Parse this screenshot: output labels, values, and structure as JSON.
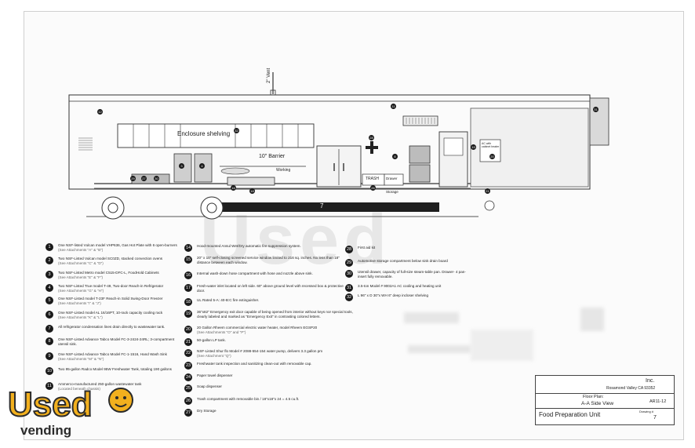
{
  "drawing": {
    "vent_label": "2\" Vent",
    "enclosure_label": "Enclosure shelving",
    "barrier_label": "10\" Barrier",
    "working_label": "Working",
    "trash_label": "TRASH",
    "drawer_label": "Drawer",
    "storage_label": "Storage",
    "ac_label": "AC with cabinet heater",
    "tank_number": "7",
    "callouts": [
      "1",
      "2",
      "3",
      "3",
      "4",
      "5",
      "6",
      "7",
      "8",
      "9",
      "10",
      "11",
      "12",
      "13",
      "14",
      "15",
      "16",
      "17",
      "18",
      "19",
      "20",
      "21",
      "22",
      "23",
      "24",
      "25",
      "26",
      "27",
      "28",
      "29",
      "30",
      "31",
      "32"
    ]
  },
  "legend_left": [
    {
      "n": "1",
      "text": "One NSF-listed Vulcan model VHP636, Gas Hot Plate with 6 open-burners",
      "sub": "(See Attachments \"A\" & \"B\")"
    },
    {
      "n": "2",
      "text": "Two NSF-Listed Vulcan model SC0ZD, stacked convection ovens",
      "sub": "(See Attachments \"C\" & \"D\")"
    },
    {
      "n": "3",
      "text": "Two NSF-Listed Metro model C515-DFC-L, FoodHold Cabinets",
      "sub": "(See Attachments \"E\" & \"F\")"
    },
    {
      "n": "4",
      "text": "Two NSF-Listed True model T-49, Two-door Reach-in Refrigerator",
      "sub": "(See Attachments \"G\" & \"H\")"
    },
    {
      "n": "5",
      "text": "One NSF-Listed model T-23F Reach-in Solid Swing-Door Freezer",
      "sub": "(See Attachments \"I\" & \"J\")"
    },
    {
      "n": "6",
      "text": "One NSF-Listed model AL 16/16PT, 10-rack capacity cooling rack",
      "sub": "(See Attachments \"K\" & \"L\")"
    },
    {
      "n": "7",
      "text": "All refrigerator condensation lines drain directly to wastewater tank.",
      "sub": ""
    },
    {
      "n": "8",
      "text": "One NSF-Listed Advance Tabco Model FC-3-2424-24RL; 3-compartment utensil sink.",
      "sub": ""
    },
    {
      "n": "9",
      "text": "One NSF-Listed Advance Tabco Model FC-1-1516, Hand Wash Sink",
      "sub": "(See Attachments \"M\" & \"N\")"
    },
    {
      "n": "10",
      "text": "Two 95-gallon Radco Model 95W Freshwater Tank, totaling 190 gallons",
      "sub": ""
    },
    {
      "n": "11",
      "text": "Ammerco-manufactured 250-gallon wastewater tank",
      "sub": "(Located beneath chassis)"
    }
  ],
  "legend_middle": [
    {
      "n": "14",
      "text": "Hood-mounted Ansul Wet/Dry automatic fire suppression system.",
      "sub": ""
    },
    {
      "n": "15",
      "text": "20\" x 10\" self-closing screened service window limited to 216 sq. inches. No less than 18\" distance between each window.",
      "sub": ""
    },
    {
      "n": "16",
      "text": "Internal wash-down hose compartment with hose and nozzle above sink.",
      "sub": ""
    },
    {
      "n": "17",
      "text": "Fresh-water inlet located on left side. 60\" above ground level with recessed box & protective door.",
      "sub": ""
    },
    {
      "n": "18",
      "text": "UL Rated 5-A: 40-B:C fire extinguisher.",
      "sub": ""
    },
    {
      "n": "19",
      "text": "36\"x82\" Emergency exit door capable of being opened from interior without keys nor special tools, clearly labeled and marked as \"Emergency Exit\" in contrasting colored letters.",
      "sub": ""
    },
    {
      "n": "20",
      "text": "20 Gallon Rheem commercial electric water heater, model Rheem EGSP20",
      "sub": "(See Attachments \"O\" and \"P\")"
    },
    {
      "n": "21",
      "text": "50-gallon LP tank.",
      "sub": ""
    },
    {
      "n": "22",
      "text": "NSF-Listed Shur flo Model # 2088-554-154 water pump, delivers 3.3 gallon pm",
      "sub": "(See Attachment \"Q\")"
    },
    {
      "n": "23",
      "text": "Freshwater tank inspection and sanitizing clean-out with removable cap.",
      "sub": ""
    },
    {
      "n": "24",
      "text": "Paper towel dispenser",
      "sub": ""
    },
    {
      "n": "25",
      "text": "Soap dispenser",
      "sub": ""
    },
    {
      "n": "26",
      "text": "Trash compartment with removable bin / 18\"x18\"x 24 = 4.5 cu.ft.",
      "sub": ""
    },
    {
      "n": "27",
      "text": "Dry Storage",
      "sub": ""
    }
  ],
  "legend_right": [
    {
      "n": "28",
      "text": "First aid kit",
      "sub": ""
    },
    {
      "n": "29",
      "text": "Automotive storage compartment below sink drain board",
      "sub": ""
    },
    {
      "n": "30",
      "text": "Utensil drawer, capacity of full-size steam-table pan. Drawer- 4 pan-insert fully removable.",
      "sub": ""
    },
    {
      "n": "31",
      "text": "3.5-ton Model # 9002A1 AC cooling and heating unit",
      "sub": ""
    },
    {
      "n": "32",
      "text": "L 96\" x D 30\"x WH 6\" deep incloser shelving",
      "sub": ""
    }
  ],
  "title_block": {
    "company": "Inc.",
    "address": "Rosamond Valley CA 93352",
    "floor_plan_label": "Floor Plan:",
    "view": "A-A  Side View",
    "drawing_code": "AR11-12",
    "unit": "Food Preparation Unit",
    "drawing_no_label": "Drawing #",
    "drawing_no": "7"
  },
  "watermark": "Used",
  "logo": {
    "top": "Used",
    "bottom": "vending"
  },
  "colors": {
    "line": "#2a2a2a",
    "logo_yellow": "#f2b01e",
    "logo_dark": "#2b2b2b",
    "tank_fill": "#1f1f1f"
  }
}
